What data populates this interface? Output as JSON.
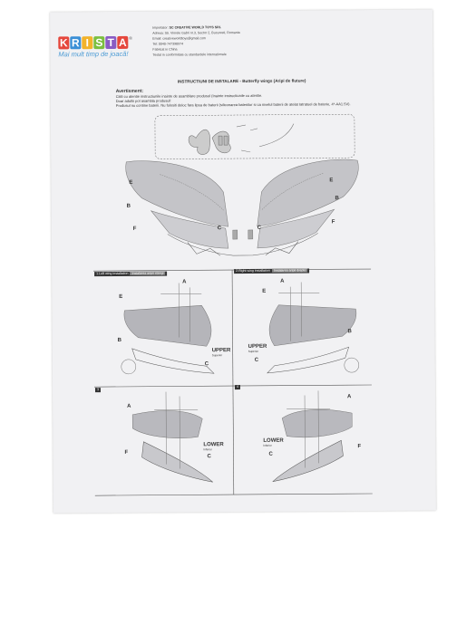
{
  "brand": {
    "letters": [
      "K",
      "R",
      "I",
      "S",
      "T",
      "A"
    ],
    "letter_colors": [
      "#e5473c",
      "#3b8fd6",
      "#f2b32a",
      "#7bbf3f",
      "#8a5cc4",
      "#e5473c"
    ],
    "trademark": "®",
    "tagline": "Mai mult timp de joacă!"
  },
  "company": {
    "importer_label": "Importator:",
    "importer_name": "SC CREATIVE WORLD TOYS SRL",
    "address": "Adresa: Str. Viorele Gabri nr.3, Sector 2, Bucuresti, Romania",
    "email": "Email: creativeworldtoys@gmail.com",
    "phone": "Tel: 0040-747398974",
    "made_in": "Fabricat in China",
    "conformity": "Testat in conformitate cu standardele internationale"
  },
  "instructions": {
    "title": "INSTRUCTIUNI DE INSTALARE - Butterfly wings (Aripi de fluture)",
    "warning_heading": "Avertisment:",
    "warning_lines": [
      "Cititi cu atentie instructiunile inainte de asamblare produsul (Inainte instructiunile cu atentie.",
      "Doar adultii pot asambla produsul!",
      "Produsul nu contine baterii. Nu folositi deloc fara lipsa de baterii (siliconarea bateriilor si ca nivelul baterii de atelat Iatratuel de baterie, 4*-AA1.5V)."
    ]
  },
  "diagram_labels": {
    "part_E": "E",
    "part_B": "B",
    "part_F": "F",
    "part_C": "C",
    "part_A": "A",
    "upper": "UPPER",
    "upper_sub": "Superior",
    "lower": "LOWER",
    "lower_sub": "Inferior"
  },
  "panels": {
    "p1_title": "1.Left wing installation",
    "p1_sub": "Instalarea aripii stangi",
    "p2_title": "2.Right wing installation",
    "p2_sub": "Instalarea aripii drepte",
    "p3_title": "3",
    "p4_title": "4"
  },
  "colors": {
    "paper": "#f1f1f3",
    "ink": "#444444",
    "wing_fill": "#b9b9bd"
  }
}
